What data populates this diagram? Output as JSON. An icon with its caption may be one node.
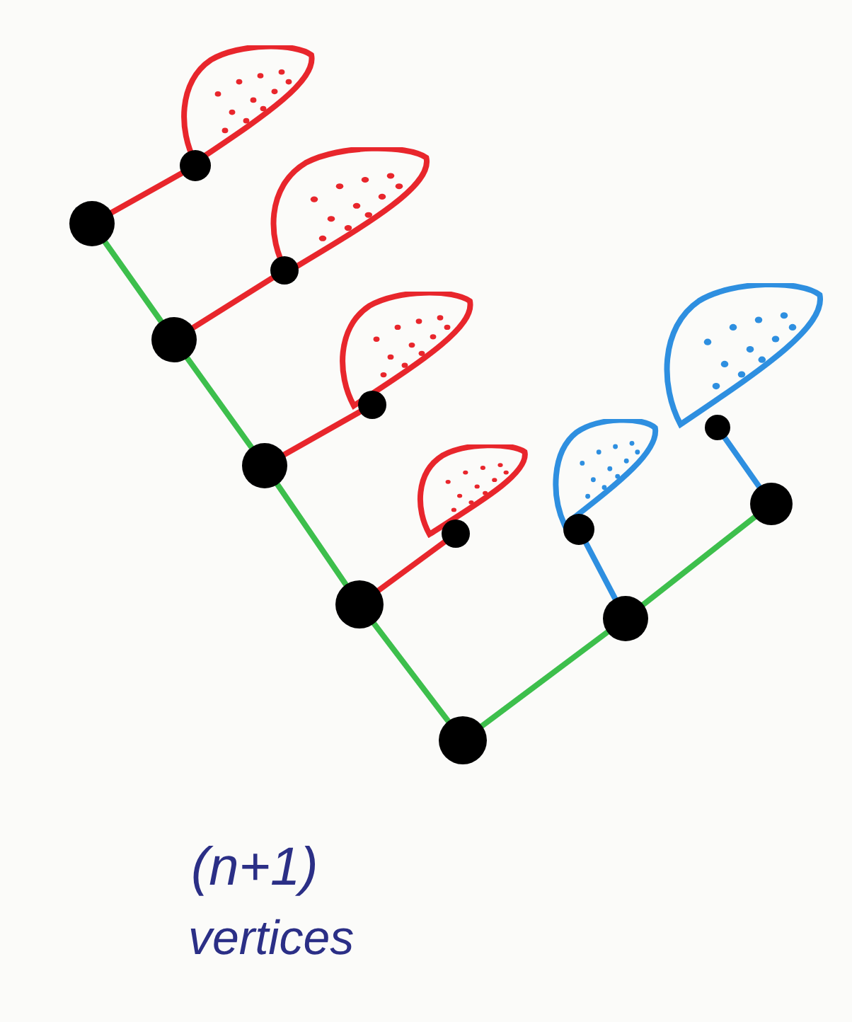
{
  "diagram": {
    "nodes": [
      {
        "text": [],
        "shape": "blob"
      },
      {
        "text": [],
        "shape": "circle"
      },
      {
        "text": [],
        "shape": "circle"
      },
      {
        "text": [],
        "shape": "blob"
      },
      {
        "text": [],
        "shape": "circle"
      },
      {
        "text": [],
        "shape": "circle"
      },
      {
        "text": [],
        "shape": "blob"
      },
      {
        "text": [],
        "shape": "blob"
      },
      {
        "text": [],
        "shape": "circle"
      },
      {
        "text": [],
        "shape": "circle"
      },
      {
        "text": [],
        "shape": "blob"
      },
      {
        "text": [],
        "shape": "blob"
      },
      {
        "text": [],
        "shape": "circle"
      },
      {
        "text": [],
        "shape": "circle"
      },
      {
        "text": [],
        "shape": "circle"
      },
      {
        "text": [],
        "shape": "circle"
      },
      {
        "text": [],
        "shape": "circle"
      },
      {
        "text": [],
        "shape": "circle"
      },
      {
        "text": [],
        "shape": "circle"
      }
    ],
    "edges": [
      {
        "from": 2,
        "to": 5,
        "arrow": "none"
      },
      {
        "from": 5,
        "to": 12,
        "arrow": "none"
      },
      {
        "from": 12,
        "to": 16,
        "arrow": "none"
      },
      {
        "from": 16,
        "to": 18,
        "arrow": "none"
      },
      {
        "from": 18,
        "to": 17,
        "arrow": "none"
      },
      {
        "from": 17,
        "to": 13,
        "arrow": "none"
      },
      {
        "from": 2,
        "to": 1,
        "arrow": "none",
        "color": "#e8262c"
      },
      {
        "from": 5,
        "to": 4,
        "arrow": "none",
        "color": "#e8262c"
      },
      {
        "from": 12,
        "to": 8,
        "arrow": "none",
        "color": "#e8262c"
      },
      {
        "from": 16,
        "to": 15,
        "arrow": "none",
        "color": "#e8262c"
      },
      {
        "from": 17,
        "to": 14,
        "arrow": "none",
        "color": "#2e8fe0"
      },
      {
        "from": 13,
        "to": 9,
        "arrow": "none",
        "color": "#2e8fe0"
      }
    ],
    "labels": [
      "(n+1)",
      "vertices"
    ]
  }
}
